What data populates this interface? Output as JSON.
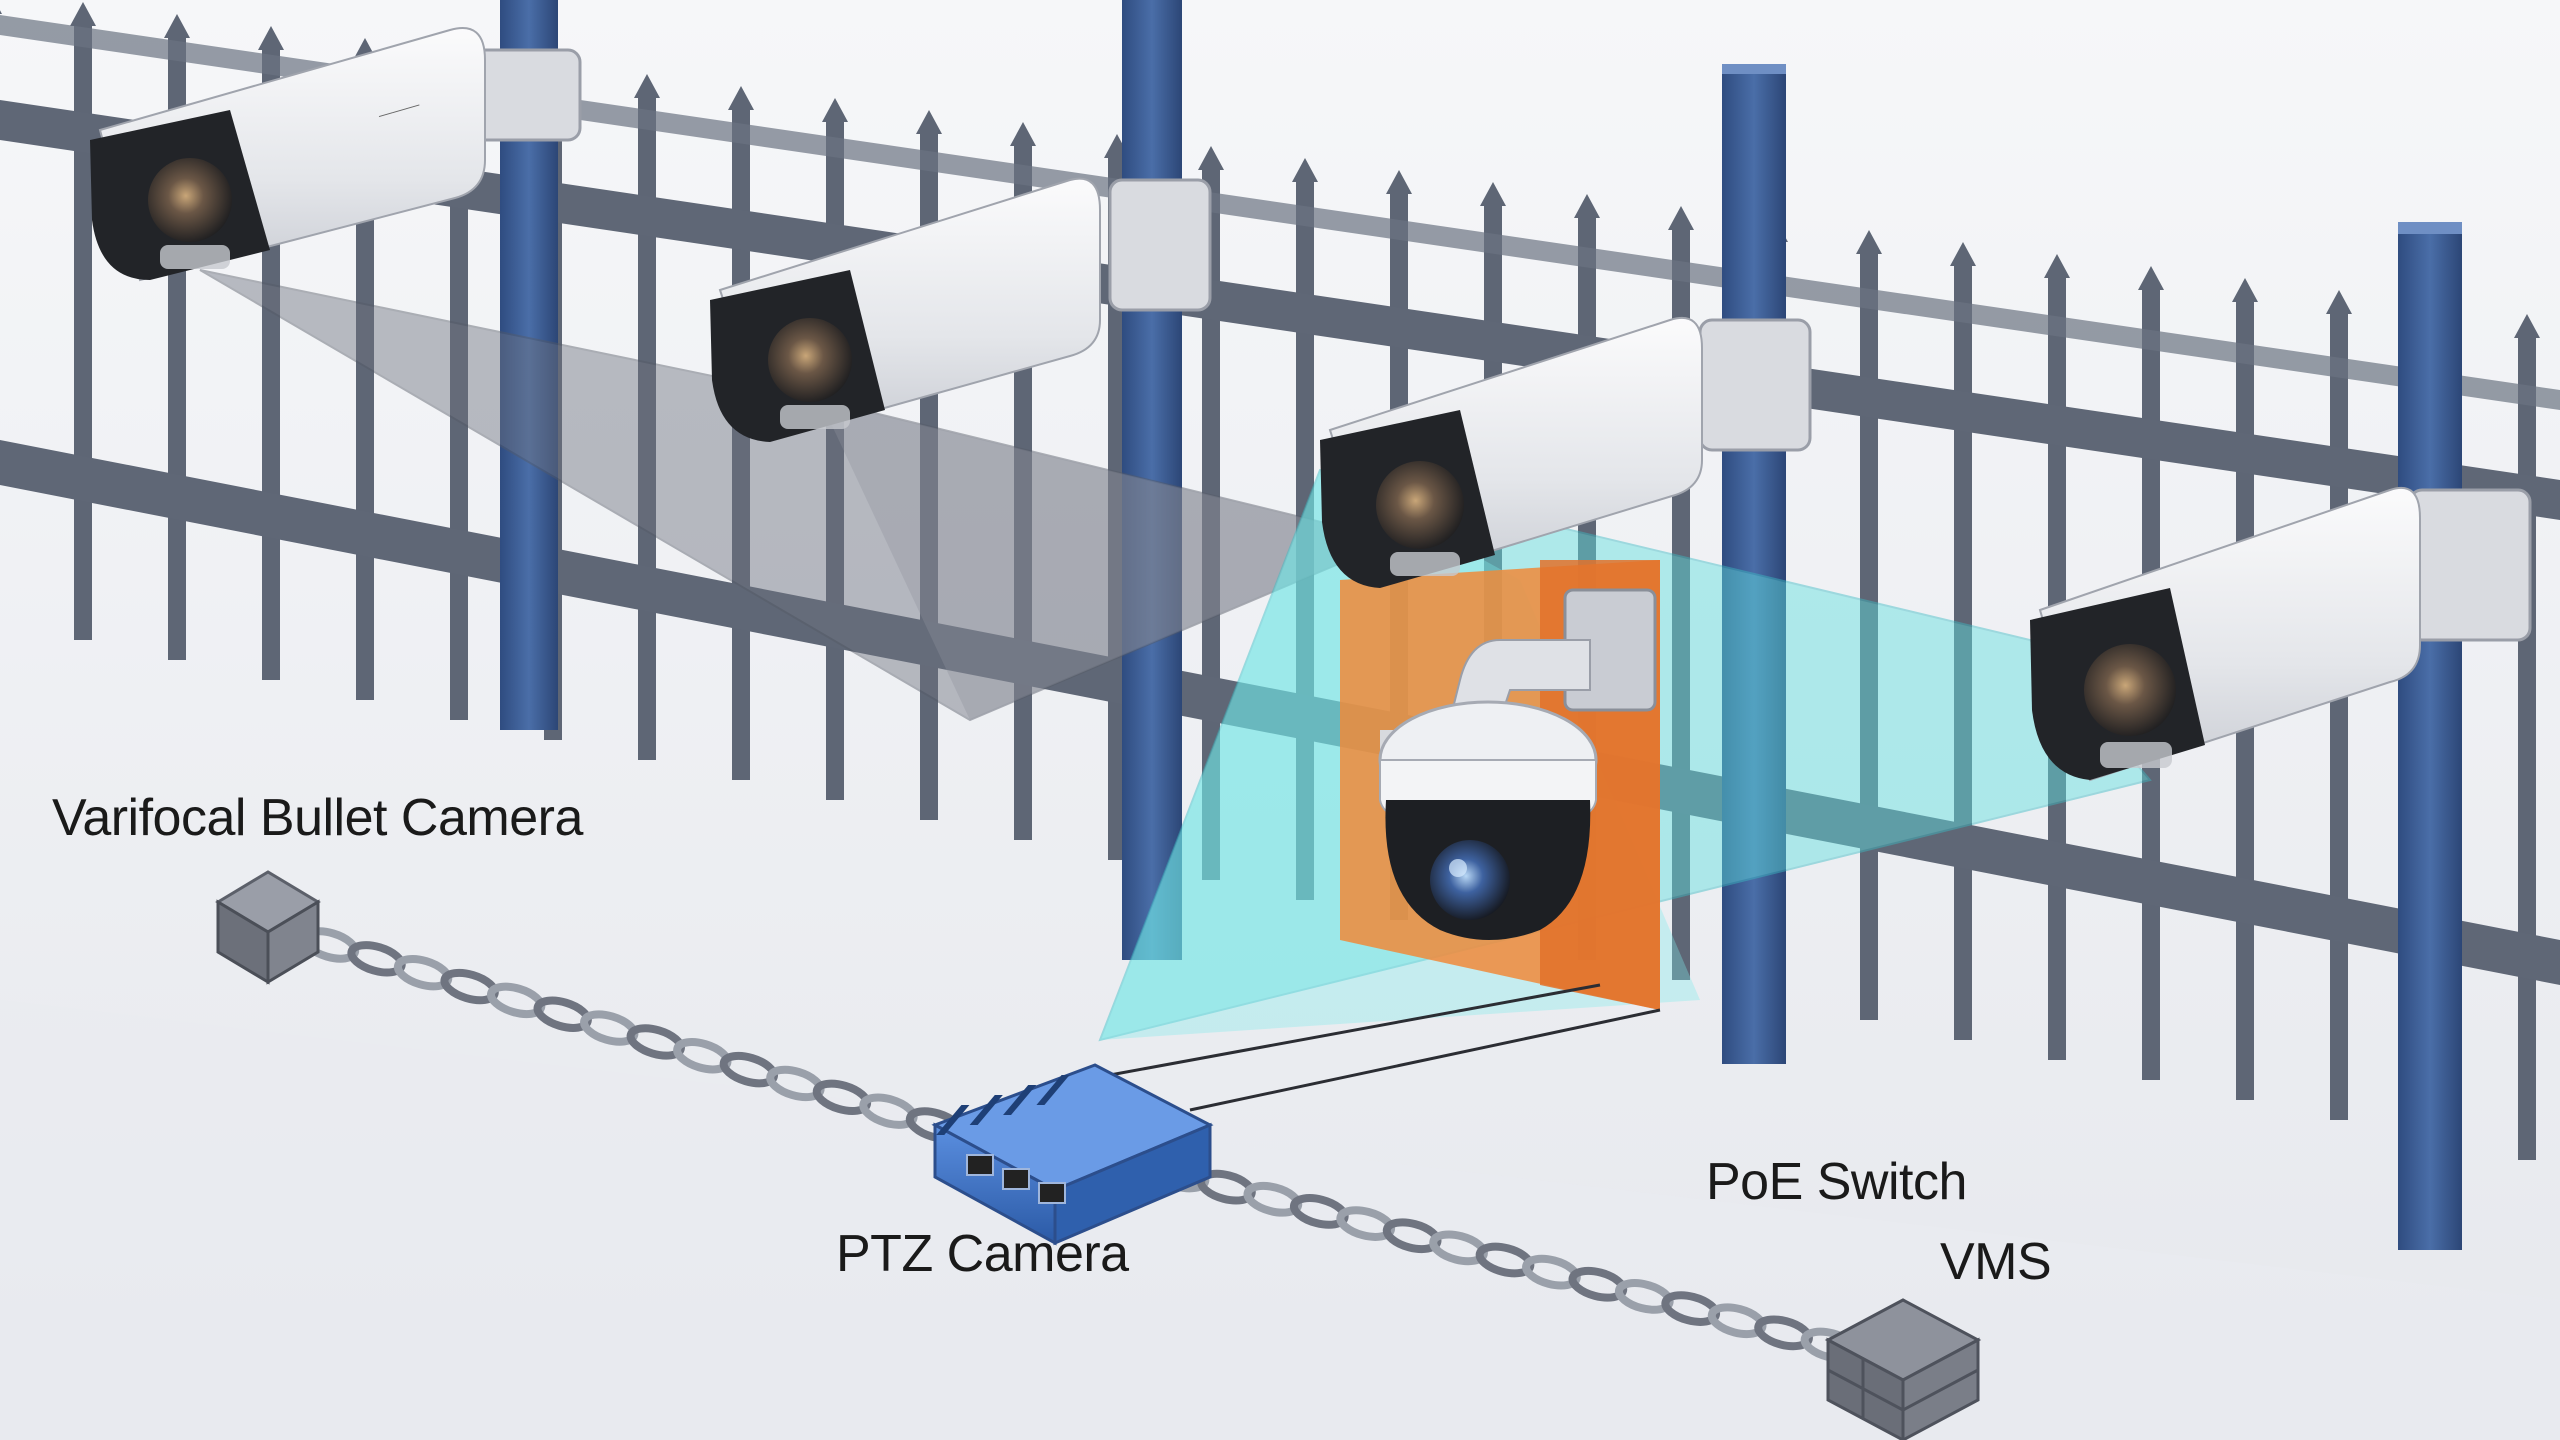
{
  "labels": {
    "bullet_camera": "Varifocal Bullet Camera",
    "ptz_camera": "PTZ Camera",
    "poe_switch": "PoE Switch",
    "vms": "VMS"
  },
  "colors": {
    "background": "#eef0f4",
    "fence_bar": "#5e6675",
    "fence_post": "#3c5d95",
    "coverage_gray": "#6e7380",
    "coverage_cyan": "#5fe0e0",
    "ptz_mount_plate": "#f08a3a",
    "switch_blue": "#3f73c8",
    "camera_body": "#e9eaee",
    "camera_face": "#222428"
  },
  "icons": {
    "bullet_camera": "bullet-camera-icon",
    "ptz_camera": "dome-ptz-camera-icon",
    "poe_switch": "network-switch-icon",
    "vms": "server-cube-icon",
    "edge_device": "cube-icon",
    "cable": "chain-link-icon"
  }
}
